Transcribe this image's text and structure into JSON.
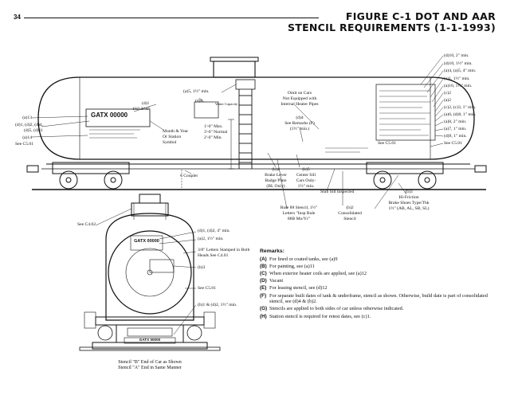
{
  "header": {
    "page_number": "34",
    "title_line1": "FIGURE C-1 DOT AND AAR",
    "title_line2": "STENCIL REQUIREMENTS (1-1-1993)"
  },
  "side_labels": {
    "a13": "(a)13",
    "d1d2": "(d)1, (d)2, (d)4,",
    "d5d11": "(d)5, (d)11",
    "a14": "(a)14",
    "see_c5_01_left": "See C5.01",
    "d1_top": "(d)1",
    "dim_1_3": "1½\"  3\"  6\"",
    "d6": "(d)6",
    "a5": "(a)5, 1½\" min.",
    "month_year": "Month & Year",
    "or_station": "Or Station",
    "symbol": "Symbol",
    "tank_id": "GATX 00000",
    "water_cap": "Water Capacity",
    "max_dim": "1'-0\" Max.",
    "normal_dim": "3'-0\" Normal",
    "min_dim": "2'-0\" Min.",
    "coupler": "¢ Coupler"
  },
  "center_labels": {
    "omit_1": "Omit on Cars",
    "omit_2": "Not Equipped with",
    "omit_3": "Internal Heater Pipes",
    "d4": "(d)4",
    "see_remarks_f": "See Remarks (F)",
    "min_1_5": "(1½\" min.)",
    "brake_1": "(b)4",
    "brake_2": "Brake Lever",
    "brake_3": "Badge Plate",
    "brake_4": "(BL Only)",
    "center_sill_1": "(b)5",
    "center_sill_2": "Center Sill",
    "center_sill_3": "Cars Only-",
    "center_sill_4": "1½\" min.",
    "stub_sill": "Stub Sill Inspected",
    "rule88_1": "Rule 88 Stencil, 1½\"",
    "rule88_2": "Letters \"Insp Rule",
    "rule88_3": "88B Mo/Yr\"",
    "consol_1": "(b)2",
    "consol_2": "Consolidated",
    "consol_3": "Stencil",
    "hifric_1": "(b)3",
    "hifric_2": "Hi-Friction",
    "hifric_3": "Brake Shoes Type/Thk",
    "hifric_4": "1½\" (AB, AL, SB, SL)",
    "see_c5_01_mid": "See C5.01"
  },
  "right_labels": [
    "(d)10, 2\" min.",
    "(d)10, 1½\" min.",
    "(a)4, (a)5, 4\" min.",
    "(a)1, 1½\" min.",
    "(a)10, 1½\" min.",
    "(c)2",
    "(a)2",
    "(c)2, (c)3, 1\" min.",
    "(a)6, (d)8, 1\" min.",
    "(a)8, 2\" min.",
    "(a)7, 1\" min.",
    "(d)9, 1\" min.",
    "See C5.01"
  ],
  "end_view": {
    "see_c4_02": "See C4.02",
    "d1_d2_4": "(d)1, (d)2, 4\" min.",
    "a2_15": "(a)2, 1½\" min.",
    "letters_1": "3/8\" Letters Stamped in Both",
    "letters_2": "Heads See C4.01",
    "b3": "(b)3",
    "see_c5_01": "See C5.01",
    "b1_d2": "(b)1 & (d)2, 1½\" min.",
    "tank_id": "GATX 00000",
    "end_plate": "GATX 00000",
    "caption_1": "Stencil \"B\" End of Car as Shown",
    "caption_2": "Stencil \"A\" End in Same Manner"
  },
  "remarks": {
    "heading": "Remarks:",
    "items": [
      {
        "key": "(A)",
        "text": "For lined or coated tanks, see (a)9"
      },
      {
        "key": "(B)",
        "text": "For painting, see (a)11"
      },
      {
        "key": "(C)",
        "text": "When exterior heater coils are applied, see (a)12"
      },
      {
        "key": "(D)",
        "text": "Vacant"
      },
      {
        "key": "(E)",
        "text": "For leasing stencil, see (d)12"
      },
      {
        "key": "(F)",
        "text": "For separate built dates of tank & underframe, stencil as shown. Otherwise, build date is part of consolidated stencil, see (d)4 & (b)2."
      },
      {
        "key": "(G)",
        "text": "Stencils are applied to both sides of car unless otherwise indicated."
      },
      {
        "key": "(H)",
        "text": "Station stencil is required for retest dates, see (c)1."
      }
    ]
  }
}
